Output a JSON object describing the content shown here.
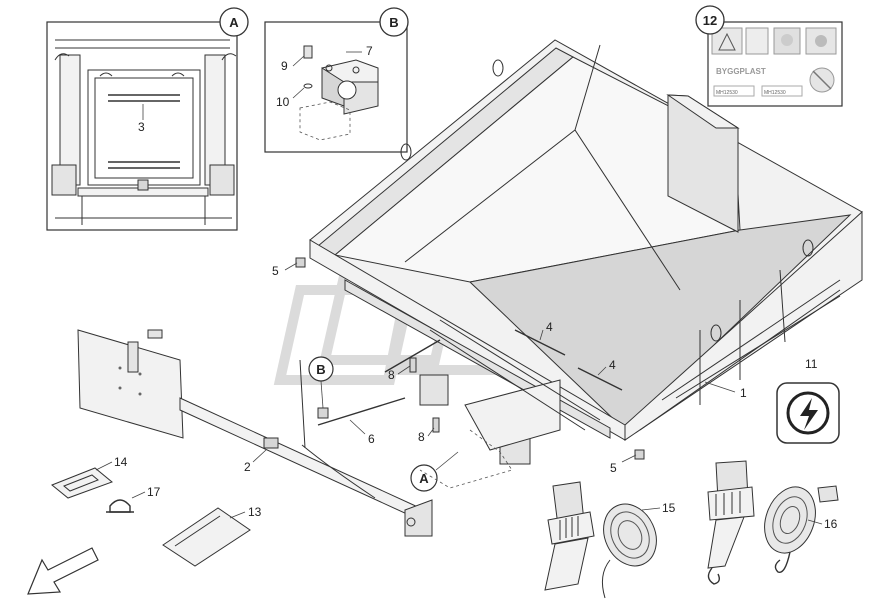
{
  "detail_views": {
    "a": {
      "badge": "A",
      "callouts": [
        "3"
      ]
    },
    "b": {
      "badge": "B",
      "callouts": [
        "9",
        "7",
        "10"
      ]
    },
    "c": {
      "badge": "12"
    }
  },
  "decal_text": {
    "brand": "BYGGPLAST",
    "code_1": "MH12530",
    "code_2": "MH12530"
  },
  "callouts": {
    "c1": "1",
    "c2": "2",
    "c4a": "4",
    "c4b": "4",
    "c5a": "5",
    "c5b": "5",
    "c6": "6",
    "c8a": "8",
    "c8b": "8",
    "c11": "11",
    "c13": "13",
    "c14": "14",
    "c15": "15",
    "c16": "16",
    "c17": "17"
  },
  "detail_markers": {
    "a": "A",
    "b": "B"
  },
  "icons": {
    "power": "power-lightning-icon",
    "direction": "direction-arrow-icon"
  }
}
